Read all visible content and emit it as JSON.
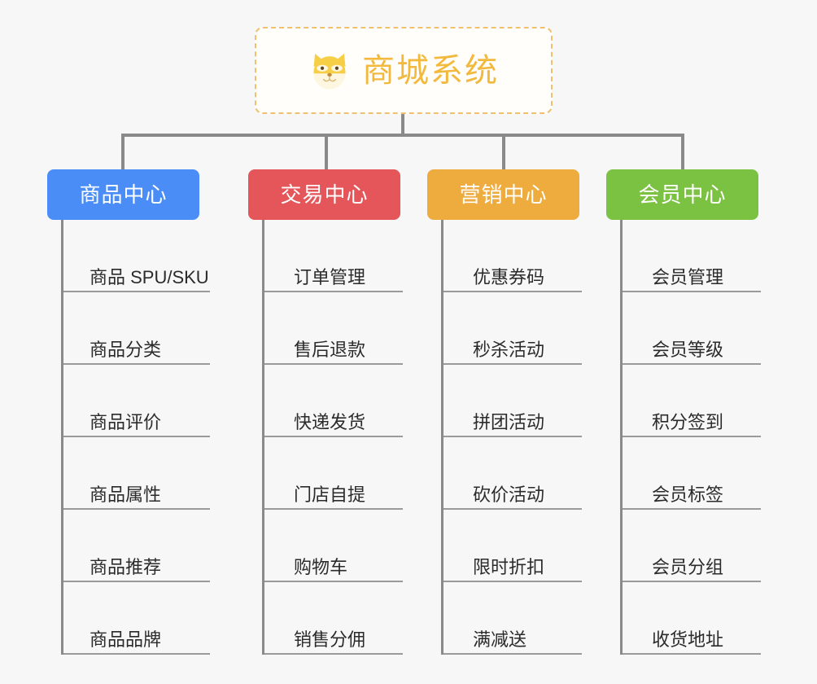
{
  "root": {
    "title": "商城系统",
    "icon": "shiba-dog-icon",
    "border_color": "#f0c070",
    "title_color": "#f2b93c"
  },
  "connector_color": "#8a8a8a",
  "background_color": "#f7f7f7",
  "columns": [
    {
      "label": "商品中心",
      "color": "#4a8df6",
      "items": [
        "商品 SPU/SKU",
        "商品分类",
        "商品评价",
        "商品属性",
        "商品推荐",
        "商品品牌"
      ]
    },
    {
      "label": "交易中心",
      "color": "#e4565a",
      "items": [
        "订单管理",
        "售后退款",
        "快递发货",
        "门店自提",
        "购物车",
        "销售分佣"
      ]
    },
    {
      "label": "营销中心",
      "color": "#eeab3e",
      "items": [
        "优惠券码",
        "秒杀活动",
        "拼团活动",
        "砍价活动",
        "限时折扣",
        "满减送"
      ]
    },
    {
      "label": "会员中心",
      "color": "#7cc council"
    }
  ]
}
